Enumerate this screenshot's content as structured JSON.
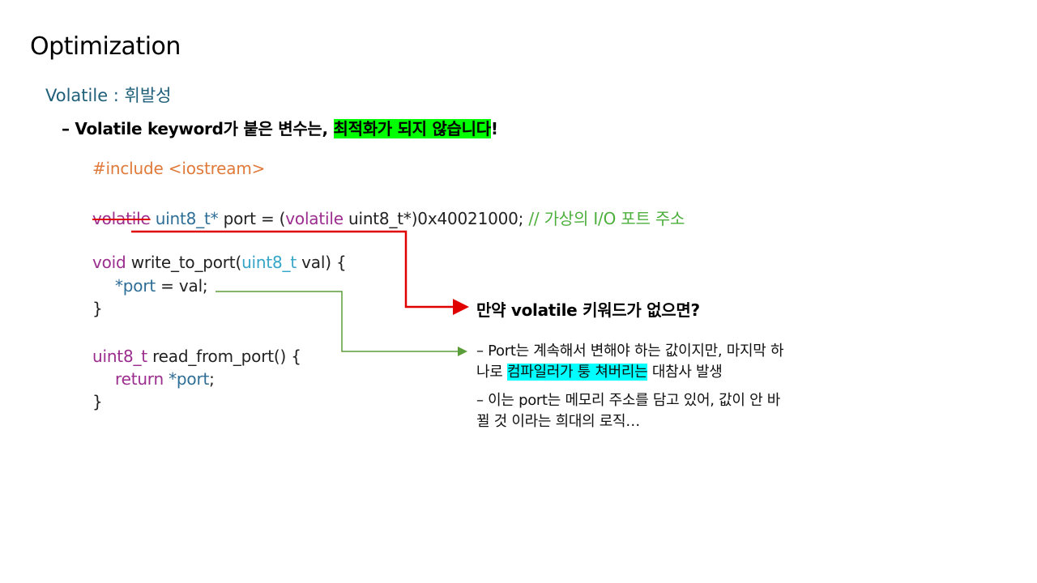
{
  "title": "Optimization",
  "subtitle": "Volatile : 휘발성",
  "bullet": {
    "prefix": "– Volatile keyword가 붙은 변수는, ",
    "highlight": "최적화가 되지 않습니다",
    "suffix": "!"
  },
  "code": {
    "include": "#include <iostream>",
    "line2": {
      "kw_struck": "volatile",
      "type": "uint8_t*",
      "mid": " port = (",
      "kw": "volatile",
      "cast": " uint8_t*)0x40021000; ",
      "comment": "// 가상의 I/O 포트 주소"
    },
    "fn1_sig": {
      "kw": "void",
      "name": " write_to_port(",
      "type": "uint8_t",
      "rest": " val) {"
    },
    "fn1_body": {
      "deref": "*port",
      "rest": " = val;"
    },
    "close1": "}",
    "fn2_sig": {
      "type": "uint8_t",
      "rest": " read_from_port() {"
    },
    "fn2_body": {
      "kw": "return",
      "deref": " *port",
      "rest": ";"
    },
    "close2": "}"
  },
  "note": {
    "title": "만약 volatile 키워드가 없으면?",
    "p1_line1": "– Port는 계속해서 변해야 하는 값이지만, 마지막 하",
    "p1_line2_pre": "나로 ",
    "p1_line2_hl": "컴파일러가 퉁 쳐버리는",
    "p1_line2_post": " 대참사 발생",
    "p2_line1": "– 이는 port는 메모리 주소를 담고 있어, 값이 안 바",
    "p2_line2": "뀔 것 이라는 희대의 로직…"
  },
  "colors": {
    "red_arrow": "#e00000",
    "green_arrow": "#5a9e3a"
  }
}
